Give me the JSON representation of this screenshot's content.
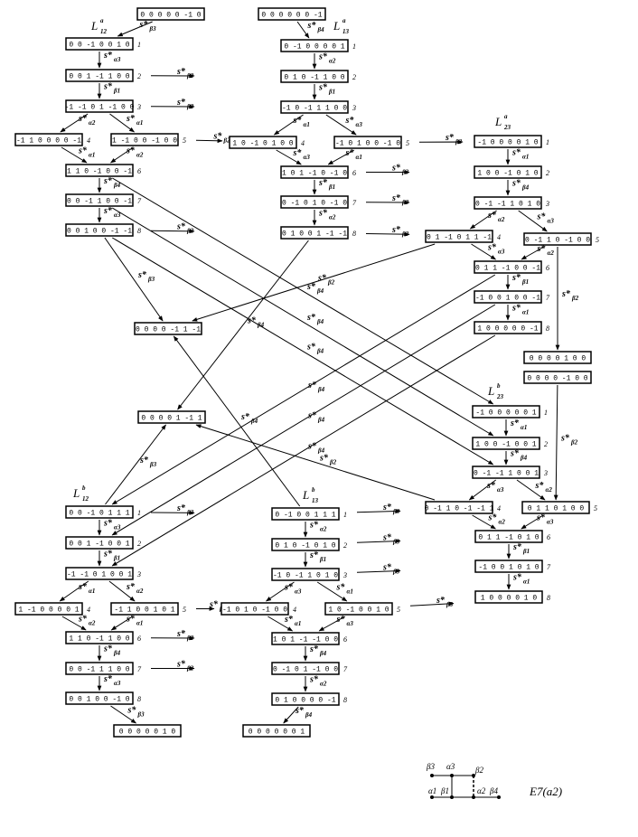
{
  "panels": [
    {
      "name": "L",
      "sup": "a",
      "sub": "12"
    },
    {
      "name": "L",
      "sup": "a",
      "sub": "13"
    },
    {
      "name": "L",
      "sup": "a",
      "sub": "23"
    },
    {
      "name": "L",
      "sup": "b",
      "sub": "23"
    },
    {
      "name": "L",
      "sup": "b",
      "sub": "12"
    },
    {
      "name": "L",
      "sup": "b",
      "sub": "13"
    }
  ],
  "nodes": [
    {
      "id": "a12_0",
      "text": "0 0 0 0 0 -1 0"
    },
    {
      "id": "a12_1",
      "text": "0 0 -1 0 0 1 0",
      "idx": "1"
    },
    {
      "id": "a12_2",
      "text": "0 0 1 -1 1 0 0",
      "idx": "2"
    },
    {
      "id": "a12_3",
      "text": "-1 -1 0 1 -1 0 0",
      "idx": "3"
    },
    {
      "id": "a12_4",
      "text": "-1 1 0 0 0 0 -1",
      "idx": "4"
    },
    {
      "id": "a12_5",
      "text": "1 -1 0 0 -1 0 0",
      "idx": "5"
    },
    {
      "id": "a12_6",
      "text": "1 1 0 -1 0 0 -1",
      "idx": "6"
    },
    {
      "id": "a12_7",
      "text": "0 0 -1 1 0 0 -1",
      "idx": "7"
    },
    {
      "id": "a12_8",
      "text": "0 0 1 0 0 -1 -1",
      "idx": "8"
    },
    {
      "id": "a13_0",
      "text": "0 0 0 0 0 0 -1"
    },
    {
      "id": "a13_1",
      "text": "0 -1 0 0 0 0 1",
      "idx": "1"
    },
    {
      "id": "a13_2",
      "text": "0 1 0 -1 1 0 0",
      "idx": "2"
    },
    {
      "id": "a13_3",
      "text": "-1 0 -1 1 1 0 0",
      "idx": "3"
    },
    {
      "id": "a13_4",
      "text": "1 0 -1 0 1 0 0",
      "idx": "4"
    },
    {
      "id": "a13_5",
      "text": "-1 0 1 0 0 -1 0",
      "idx": "5"
    },
    {
      "id": "a13_6",
      "text": "1 0 1 -1 0 -1 0",
      "idx": "6"
    },
    {
      "id": "a13_7",
      "text": "0 -1 0 1 0 -1 0",
      "idx": "7"
    },
    {
      "id": "a13_8",
      "text": "0 1 0 0 1 -1 -1",
      "idx": "8"
    },
    {
      "id": "a23_1",
      "text": "-1 0 0 0 0 1 0",
      "idx": "1"
    },
    {
      "id": "a23_2",
      "text": "1 0 0 -1 0 1 0",
      "idx": "2"
    },
    {
      "id": "a23_3",
      "text": "0 -1 -1 1 0 1 0",
      "idx": "3"
    },
    {
      "id": "a23_4",
      "text": "0 1 -1 0 1 1 -1",
      "idx": "4"
    },
    {
      "id": "a23_5",
      "text": "0 -1 1 0 -1 0 0",
      "idx": "5"
    },
    {
      "id": "a23_6",
      "text": "0 1 1 -1 0 0 -1",
      "idx": "6"
    },
    {
      "id": "a23_7",
      "text": "-1 0 0 1 0 0 -1",
      "idx": "7"
    },
    {
      "id": "a23_8",
      "text": "1 0 0 0 0 0 -1",
      "idx": "8"
    },
    {
      "id": "mid1",
      "text": "0 0 0 0 -1 1 -1"
    },
    {
      "id": "mid2",
      "text": "0 0 0 0 1 -1 1"
    },
    {
      "id": "r1",
      "text": "0 0 0 0 1 0 0"
    },
    {
      "id": "r2",
      "text": "0 0 0 0 -1 0 0"
    },
    {
      "id": "b23_1",
      "text": "-1 0 0 0 0 0 1",
      "idx": "1"
    },
    {
      "id": "b23_2",
      "text": "1 0 0 -1 0 0 1",
      "idx": "2"
    },
    {
      "id": "b23_3",
      "text": "0 -1 -1 1 0 0 1",
      "idx": "3"
    },
    {
      "id": "b23_4",
      "text": "0 -1 1 0 -1 -1 1",
      "idx": "4"
    },
    {
      "id": "b23_5",
      "text": "0 1 1 0 1 0 0",
      "idx": "5"
    },
    {
      "id": "b23_6",
      "text": "0 1 1 -1 0 1 0",
      "idx": "6"
    },
    {
      "id": "b23_7",
      "text": "-1 0 0 1 0 1 0",
      "idx": "7"
    },
    {
      "id": "b23_8",
      "text": "1 0 0 0 0 1 0",
      "idx": "8"
    },
    {
      "id": "b12_1",
      "text": "0 0 -1 0 1 1 1",
      "idx": "1"
    },
    {
      "id": "b12_2",
      "text": "0 0 1 -1 0 0 1",
      "idx": "2"
    },
    {
      "id": "b12_3",
      "text": "-1 -1 0 1 0 0 1",
      "idx": "3"
    },
    {
      "id": "b12_4",
      "text": "1 -1 0 0 0 0 1",
      "idx": "4"
    },
    {
      "id": "b12_5",
      "text": "-1 1 0 0 1 0 1",
      "idx": "5"
    },
    {
      "id": "b12_6",
      "text": "1 1 0 -1 1 0 0",
      "idx": "6"
    },
    {
      "id": "b12_7",
      "text": "0 0 -1 1 1 0 0",
      "idx": "7"
    },
    {
      "id": "b12_8",
      "text": "0 0 1 0 0 -1 0",
      "idx": "8"
    },
    {
      "id": "b12_9",
      "text": "0 0 0 0 0 1 0"
    },
    {
      "id": "b13_1",
      "text": "0 -1 0 0 1 1 1",
      "idx": "1"
    },
    {
      "id": "b13_2",
      "text": "0 1 0 -1 0 1 0",
      "idx": "2"
    },
    {
      "id": "b13_3",
      "text": "-1 0 -1 1 0 1 0",
      "idx": "3"
    },
    {
      "id": "b13_4",
      "text": "-1 0 1 0 -1 0 0",
      "idx": "4"
    },
    {
      "id": "b13_5",
      "text": "1 0 -1 0 0 1 0",
      "idx": "5"
    },
    {
      "id": "b13_6",
      "text": "1 0 1 -1 -1 0 0",
      "idx": "6"
    },
    {
      "id": "b13_7",
      "text": "0 -1 0 1 -1 0 0",
      "idx": "7"
    },
    {
      "id": "b13_8",
      "text": "0 1 0 0 0 0 -1",
      "idx": "8"
    },
    {
      "id": "b13_9",
      "text": "0 0 0 0 0 0 1"
    }
  ],
  "edges": [
    {
      "from": "a12_0",
      "to": "a12_1",
      "label": "s*",
      "sub": "β3"
    },
    {
      "from": "a12_1",
      "to": "a12_2",
      "label": "s*",
      "sub": "α3"
    },
    {
      "from": "a12_2",
      "to": "a12_3",
      "label": "s*",
      "sub": "β1"
    },
    {
      "from": "a12_3",
      "to": "a12_4",
      "label": "s*",
      "sub": "α2"
    },
    {
      "from": "a12_3",
      "to": "a12_5",
      "label": "s*",
      "sub": "α1"
    },
    {
      "from": "a12_4",
      "to": "a12_6",
      "label": "s*",
      "sub": "α1"
    },
    {
      "from": "a12_5",
      "to": "a12_6",
      "label": "s*",
      "sub": "α2"
    },
    {
      "from": "a12_6",
      "to": "a12_7",
      "label": "s*",
      "sub": "β4"
    },
    {
      "from": "a12_7",
      "to": "a12_8",
      "label": "s*",
      "sub": "α3"
    },
    {
      "from": "a13_0",
      "to": "a13_1",
      "label": "s*",
      "sub": "β4"
    },
    {
      "from": "a13_1",
      "to": "a13_2",
      "label": "s*",
      "sub": "α2"
    },
    {
      "from": "a13_2",
      "to": "a13_3",
      "label": "s*",
      "sub": "β1"
    },
    {
      "from": "a13_3",
      "to": "a13_4",
      "label": "s*",
      "sub": "α1"
    },
    {
      "from": "a13_3",
      "to": "a13_5",
      "label": "s*",
      "sub": "α3"
    },
    {
      "from": "a13_4",
      "to": "a13_6",
      "label": "s*",
      "sub": "α3"
    },
    {
      "from": "a13_5",
      "to": "a13_6",
      "label": "s*",
      "sub": "α1"
    },
    {
      "from": "a13_6",
      "to": "a13_7",
      "label": "s*",
      "sub": "β1"
    },
    {
      "from": "a13_7",
      "to": "a13_8",
      "label": "s*",
      "sub": "α2"
    },
    {
      "from": "a12_2",
      "to": "a13_2",
      "label": "s*",
      "sub": "β2",
      "mode": "h"
    },
    {
      "from": "a12_3",
      "to": "a13_3",
      "label": "s*",
      "sub": "β2",
      "mode": "h"
    },
    {
      "from": "a12_5",
      "to": "a13_4",
      "label": "s*",
      "sub": "β2",
      "mode": "h"
    },
    {
      "from": "a13_5",
      "to": "a23_1",
      "label": "s*",
      "sub": "β3",
      "mode": "h"
    },
    {
      "from": "a13_6",
      "to": "a23_2",
      "label": "s*",
      "sub": "β3",
      "mode": "h"
    },
    {
      "from": "a13_7",
      "to": "a23_3",
      "label": "s*",
      "sub": "β3",
      "mode": "h"
    },
    {
      "from": "a13_8",
      "to": "a23_4",
      "label": "s*",
      "sub": "β3",
      "mode": "h"
    },
    {
      "from": "a12_8",
      "to": "a13_8",
      "label": "s*",
      "sub": "β2",
      "mode": "h"
    },
    {
      "from": "a23_1",
      "to": "a23_2",
      "label": "s*",
      "sub": "α1"
    },
    {
      "from": "a23_2",
      "to": "a23_3",
      "label": "s*",
      "sub": "β4"
    },
    {
      "from": "a23_3",
      "to": "a23_4",
      "label": "s*",
      "sub": "α2"
    },
    {
      "from": "a23_3",
      "to": "a23_5",
      "label": "s*",
      "sub": "α3"
    },
    {
      "from": "a23_4",
      "to": "a23_6",
      "label": "s*",
      "sub": "α3"
    },
    {
      "from": "a23_5",
      "to": "a23_6",
      "label": "s*",
      "sub": "α2"
    },
    {
      "from": "a23_6",
      "to": "a23_7",
      "label": "s*",
      "sub": "β1"
    },
    {
      "from": "a23_7",
      "to": "a23_8",
      "label": "s*",
      "sub": "α1"
    },
    {
      "from": "a23_5",
      "to": "r1",
      "label": "s*",
      "sub": "β2"
    },
    {
      "from": "r2",
      "to": "b23_5",
      "label": "s*",
      "sub": "β2"
    },
    {
      "from": "a12_8",
      "to": "mid1",
      "label": "s*",
      "sub": "β3"
    },
    {
      "from": "a23_4",
      "to": "mid1",
      "label": "s*",
      "sub": "β2"
    },
    {
      "from": "b12_1",
      "to": "mid2",
      "label": "s*",
      "sub": "β3"
    },
    {
      "from": "b23_4",
      "to": "mid2",
      "label": "s*",
      "sub": "β2"
    },
    {
      "from": "a13_8",
      "to": "mid2",
      "label": "s*",
      "sub": "β4"
    },
    {
      "from": "b13_1",
      "to": "mid1",
      "label": "s*",
      "sub": "β4"
    },
    {
      "from": "a12_6",
      "to": "b23_1",
      "label": "s*",
      "sub": "β4"
    },
    {
      "from": "a12_7",
      "to": "b23_2",
      "label": "s*",
      "sub": "β4"
    },
    {
      "from": "a12_8",
      "to": "b23_3",
      "label": "s*",
      "sub": "β4"
    },
    {
      "from": "a23_6",
      "to": "b12_1",
      "label": "s*",
      "sub": "β4"
    },
    {
      "from": "a23_7",
      "to": "b12_2",
      "label": "s*",
      "sub": "β4"
    },
    {
      "from": "a23_8",
      "to": "b12_3",
      "label": "s*",
      "sub": "β4"
    },
    {
      "from": "b23_1",
      "to": "b23_2",
      "label": "s*",
      "sub": "α1"
    },
    {
      "from": "b23_2",
      "to": "b23_3",
      "label": "s*",
      "sub": "β4"
    },
    {
      "from": "b23_3",
      "to": "b23_4",
      "label": "s*",
      "sub": "α3"
    },
    {
      "from": "b23_3",
      "to": "b23_5",
      "label": "s*",
      "sub": "α2"
    },
    {
      "from": "b23_4",
      "to": "b23_6",
      "label": "s*",
      "sub": "α2"
    },
    {
      "from": "b23_5",
      "to": "b23_6",
      "label": "s*",
      "sub": "α3"
    },
    {
      "from": "b23_6",
      "to": "b23_7",
      "label": "s*",
      "sub": "β1"
    },
    {
      "from": "b23_7",
      "to": "b23_8",
      "label": "s*",
      "sub": "α1"
    },
    {
      "from": "b12_1",
      "to": "b12_2",
      "label": "s*",
      "sub": "α3"
    },
    {
      "from": "b12_2",
      "to": "b12_3",
      "label": "s*",
      "sub": "β1"
    },
    {
      "from": "b12_3",
      "to": "b12_4",
      "label": "s*",
      "sub": "α1"
    },
    {
      "from": "b12_3",
      "to": "b12_5",
      "label": "s*",
      "sub": "α2"
    },
    {
      "from": "b12_4",
      "to": "b12_6",
      "label": "s*",
      "sub": "α2"
    },
    {
      "from": "b12_5",
      "to": "b12_6",
      "label": "s*",
      "sub": "α1"
    },
    {
      "from": "b12_6",
      "to": "b12_7",
      "label": "s*",
      "sub": "β4"
    },
    {
      "from": "b12_7",
      "to": "b12_8",
      "label": "s*",
      "sub": "α3"
    },
    {
      "from": "b12_8",
      "to": "b12_9",
      "label": "s*",
      "sub": "β3"
    },
    {
      "from": "b13_1",
      "to": "b13_2",
      "label": "s*",
      "sub": "α2"
    },
    {
      "from": "b13_2",
      "to": "b13_3",
      "label": "s*",
      "sub": "β1"
    },
    {
      "from": "b13_3",
      "to": "b13_4",
      "label": "s*",
      "sub": "α3"
    },
    {
      "from": "b13_3",
      "to": "b13_5",
      "label": "s*",
      "sub": "α1"
    },
    {
      "from": "b13_4",
      "to": "b13_6",
      "label": "s*",
      "sub": "α1"
    },
    {
      "from": "b13_5",
      "to": "b13_6",
      "label": "s*",
      "sub": "α3"
    },
    {
      "from": "b13_6",
      "to": "b13_7",
      "label": "s*",
      "sub": "β4"
    },
    {
      "from": "b13_7",
      "to": "b13_8",
      "label": "s*",
      "sub": "α2"
    },
    {
      "from": "b13_8",
      "to": "b13_9",
      "label": "s*",
      "sub": "β4"
    },
    {
      "from": "b12_1",
      "to": "b13_1",
      "label": "s*",
      "sub": "β2",
      "mode": "h"
    },
    {
      "from": "b12_5",
      "to": "b13_4",
      "label": "s*",
      "sub": "β2",
      "mode": "h"
    },
    {
      "from": "b12_6",
      "to": "b13_6",
      "label": "s*",
      "sub": "β2",
      "mode": "h"
    },
    {
      "from": "b12_7",
      "to": "b13_7",
      "label": "s*",
      "sub": "β2",
      "mode": "h"
    },
    {
      "from": "b13_1",
      "to": "b23_4",
      "label": "s*",
      "sub": "β3",
      "mode": "h"
    },
    {
      "from": "b13_2",
      "to": "b23_6",
      "label": "s*",
      "sub": "β3",
      "mode": "h"
    },
    {
      "from": "b13_3",
      "to": "b23_7",
      "label": "s*",
      "sub": "β3",
      "mode": "h"
    },
    {
      "from": "b13_5",
      "to": "b23_8",
      "label": "s*",
      "sub": "β3",
      "mode": "h"
    }
  ],
  "dynkin": {
    "labels": [
      "β3",
      "α3",
      "β2",
      "α1",
      "β1",
      "α2",
      "β4"
    ],
    "caption": "E7(a2)"
  }
}
